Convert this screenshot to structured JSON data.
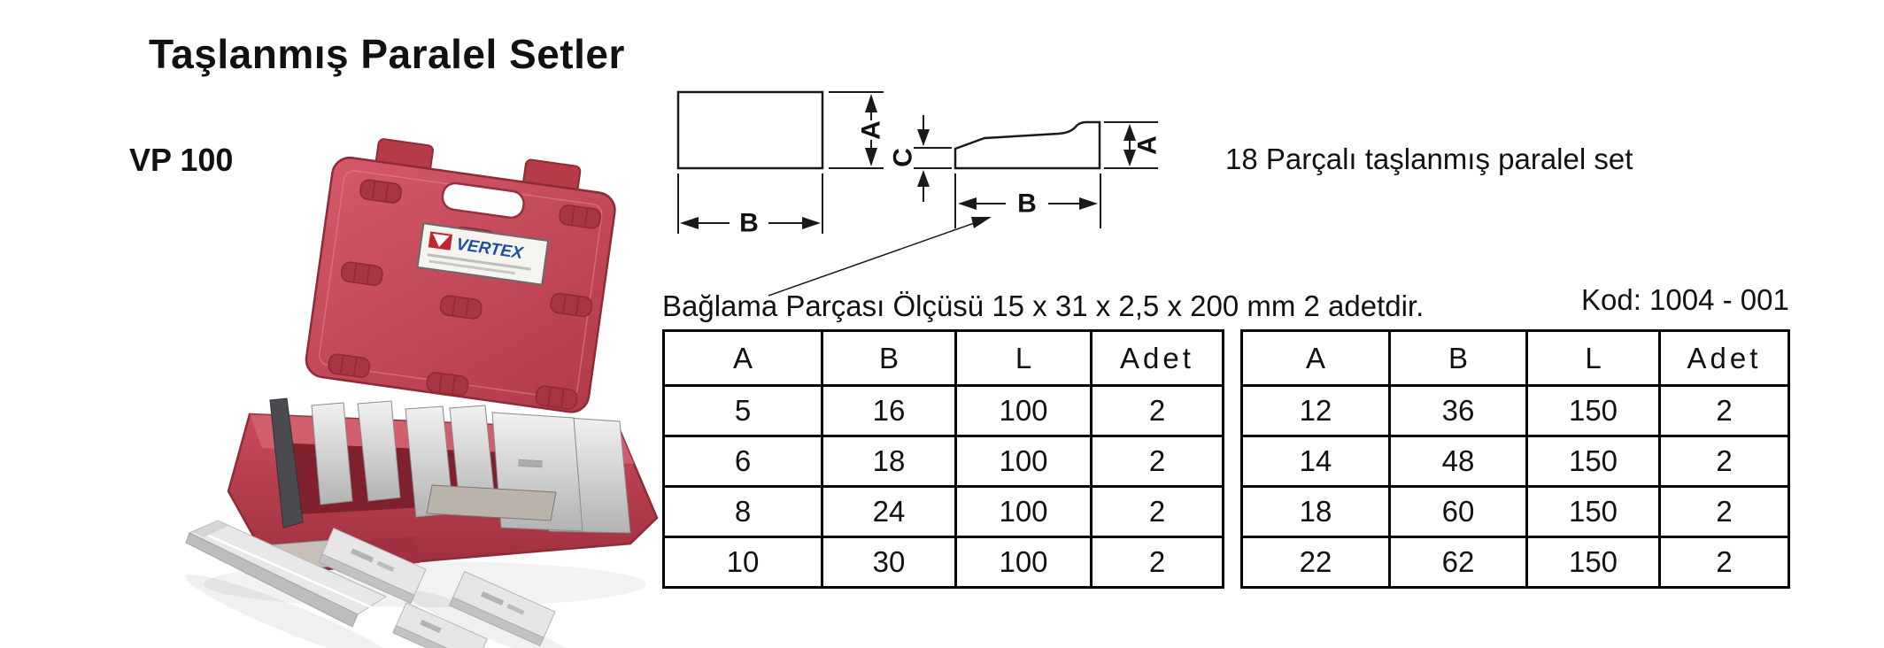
{
  "page": {
    "title": "Taşlanmış Paralel Setler",
    "model": "VP 100",
    "set_description": "18 Parçalı taşlanmış paralel set",
    "clamp_note": "Bağlama Parçası Ölçüsü 15 x 31 x 2,5 x 200 mm 2 adetdir.",
    "code": "Kod: 1004 - 001"
  },
  "photo": {
    "brand": "VERTEX",
    "case_color": "#c4505c",
    "brand_text_color": "#1e4f9e"
  },
  "diagram": {
    "height_label": "A",
    "width_label": "B",
    "step_label": "C"
  },
  "tables": [
    {
      "headers": [
        "A",
        "B",
        "L",
        "Adet"
      ],
      "rows": [
        [
          "5",
          "16",
          "100",
          "2"
        ],
        [
          "6",
          "18",
          "100",
          "2"
        ],
        [
          "8",
          "24",
          "100",
          "2"
        ],
        [
          "10",
          "30",
          "100",
          "2"
        ]
      ]
    },
    {
      "headers": [
        "A",
        "B",
        "L",
        "Adet"
      ],
      "rows": [
        [
          "12",
          "36",
          "150",
          "2"
        ],
        [
          "14",
          "48",
          "150",
          "2"
        ],
        [
          "18",
          "60",
          "150",
          "2"
        ],
        [
          "22",
          "62",
          "150",
          "2"
        ]
      ]
    }
  ]
}
